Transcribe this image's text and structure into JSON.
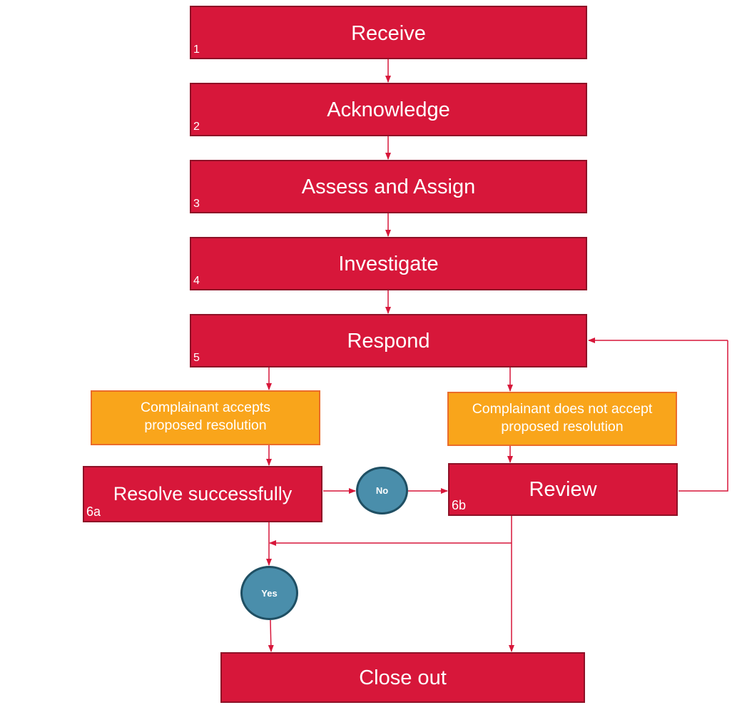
{
  "steps": {
    "receive": {
      "label": "Receive",
      "number": "1"
    },
    "acknowledge": {
      "label": "Acknowledge",
      "number": "2"
    },
    "assess": {
      "label": "Assess and Assign",
      "number": "3"
    },
    "investigate": {
      "label": "Investigate",
      "number": "4"
    },
    "respond": {
      "label": "Respond",
      "number": "5"
    },
    "resolve": {
      "label": "Resolve successfully",
      "number": "6a"
    },
    "review": {
      "label": "Review",
      "number": "6b"
    },
    "close": {
      "label": "Close out"
    }
  },
  "outcomes": {
    "accepts": {
      "line1": "Complainant accepts",
      "line2": "proposed resolution"
    },
    "rejects": {
      "line1": "Complainant does not accept",
      "line2": "proposed resolution"
    }
  },
  "decisions": {
    "no": "No",
    "yes": "Yes"
  },
  "colors": {
    "step_fill": "#d7173a",
    "outcome_fill": "#f9a51b",
    "decision_fill": "#4a8eab",
    "connector": "#d7173a"
  }
}
